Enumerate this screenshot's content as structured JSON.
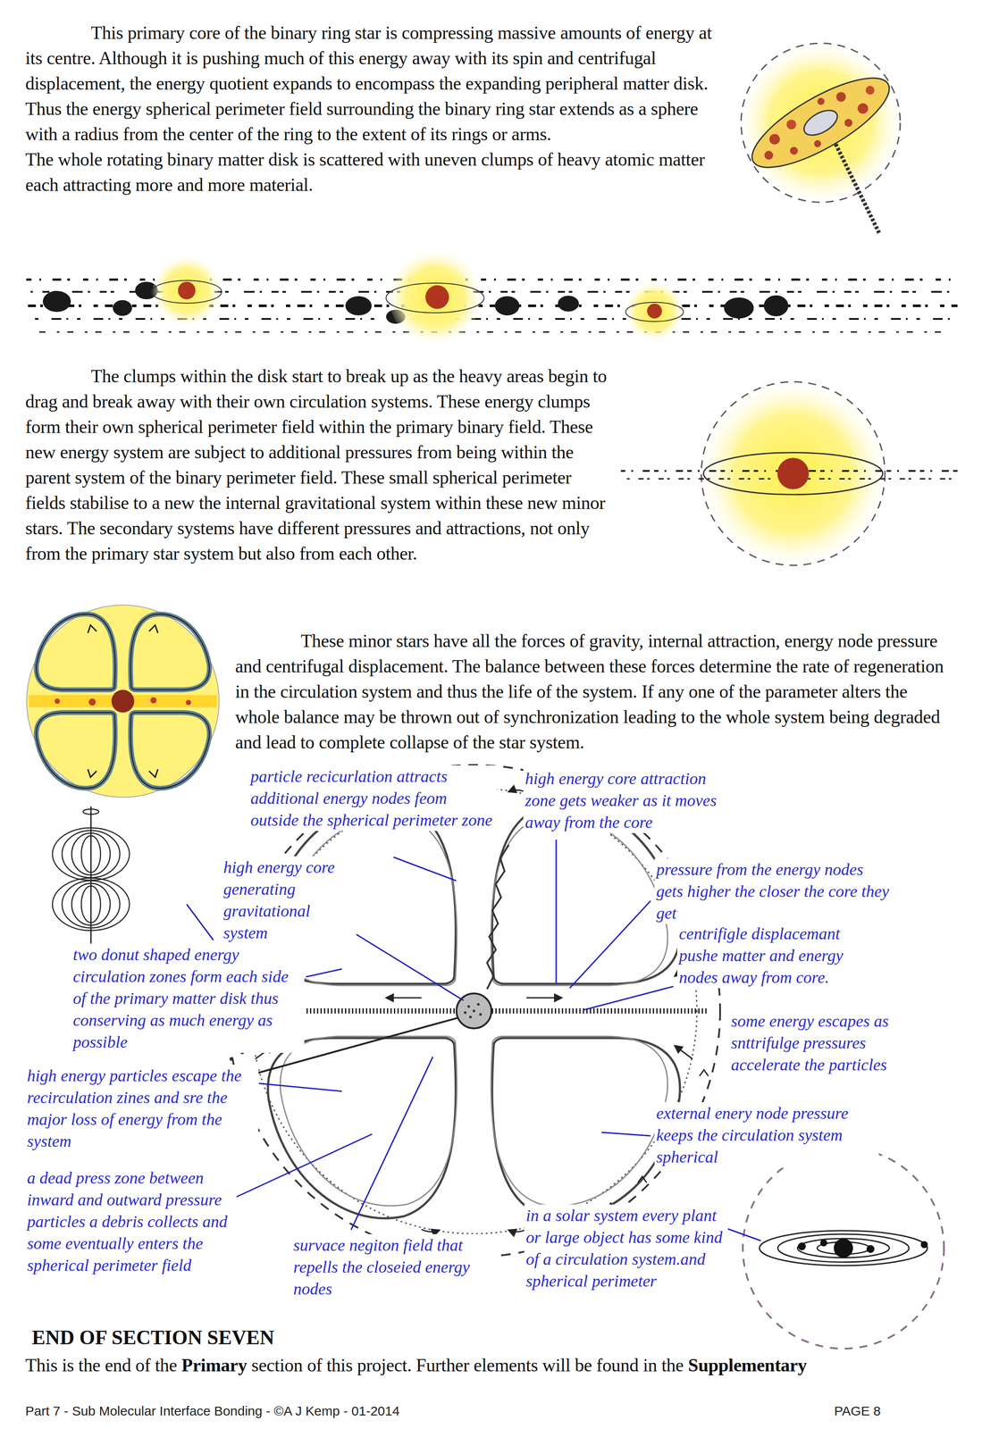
{
  "diagram": {
    "labels": [
      "This primary core of the binary ring star is compressing massive amounts of energy at its centre. Although it is pushing much of this energy away with its spin and centrifugal displacement, the energy quotient expands to encompass the expanding peripheral matter disk. Thus the energy spherical perimeter field surrounding the binary ring star extends as a sphere with a radius from the center of the ring to the extent of its rings or arms.",
      "The whole rotating binary matter disk is scattered with uneven clumps of heavy atomic matter each attracting more and more material.",
      "The clumps within the disk start to break up as the heavy areas begin to drag and break away with their own circulation systems. These energy clumps form their own spherical perimeter field within the primary binary field. These new energy system are subject to additional pressures from being within the parent system of the binary perimeter field. These small spherical perimeter fields stabilise to a new the internal gravitational system within these new minor stars. The secondary systems have different pressures and attractions, not only from the primary star system but also from each other.",
      "These minor stars have all the forces of gravity, internal attraction, energy node pressure and centrifugal displacement. The balance between these forces determine the rate of regeneration in the circulation system and thus the life of the system. If any one of the parameter alters the whole balance may be thrown out of synchronization leading to the whole system being degraded and lead to complete collapse of the star system.",
      "particle recicurlation attracts additional energy nodes feom outside the spherical perimeter zone",
      "high energy core attraction zone gets weaker as it moves away from the core",
      "high energy core generating gravitational system",
      "pressure from the energy nodes gets higher the closer the core they get",
      "centrifigle displacemant pushe matter and energy nodes away from core.",
      "two donut shaped energy circulation zones form each side of the primary matter disk thus conserving as much energy as possible",
      "some energy escapes as snttrifulge pressures accelerate the particles",
      "high energy particles escape the recirculation zines and sre the major loss of energy from the system",
      "external enery node pressure keeps the circulation system spherical",
      "a dead press zone between inward and outward pressure particles a debris collects and some eventually enters the spherical perimeter field",
      "survace negiton field that repells the closeied energy nodes",
      "in a solar system every plant or large object has some kind of a circulation system.and spherical perimeter",
      "END OF SECTION SEVEN",
      "This is the end of the",
      "Primary",
      "section of this project. Further elements will be found in the",
      "Supplementary",
      "Part 7 - Sub Molecular Interface Bonding - ©A J Kemp - 01-2014",
      "PAGE 8"
    ]
  }
}
